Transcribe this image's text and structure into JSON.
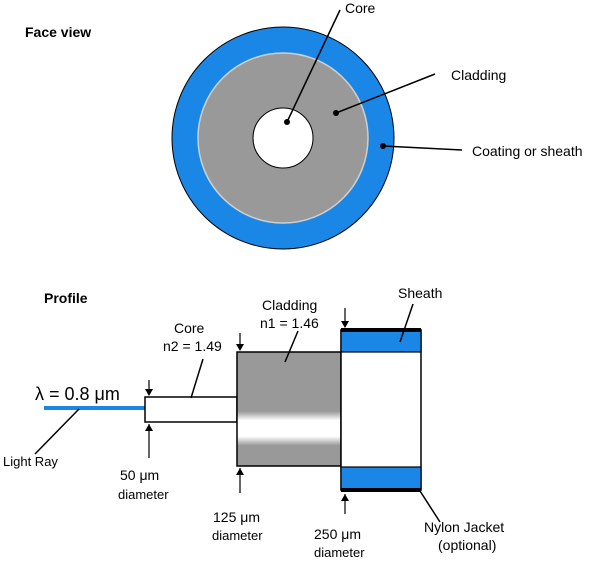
{
  "face_view": {
    "heading": "Face view",
    "labels": {
      "core": "Core",
      "cladding": "Cladding",
      "coating": "Coating or sheath"
    }
  },
  "profile": {
    "heading": "Profile",
    "core_label": "Core",
    "core_index": "n2 = 1.49",
    "cladding_label": "Cladding",
    "cladding_index": "n1 = 1.46",
    "sheath_label": "Sheath",
    "wavelength": "λ = 0.8 μm",
    "light_ray_label": "Light Ray",
    "core_diameter_value": "50 μm",
    "core_diameter_word": "diameter",
    "cladding_diameter_value": "125 μm",
    "cladding_diameter_word": "diameter",
    "sheath_diameter_value": "250 μm",
    "sheath_diameter_word": "diameter",
    "jacket_label": "Nylon Jacket",
    "jacket_note": "(optional)"
  },
  "colors": {
    "coating_blue": "#1a86e6",
    "cladding_gray": "#999999",
    "core_white": "#ffffff",
    "outline": "#000000"
  }
}
